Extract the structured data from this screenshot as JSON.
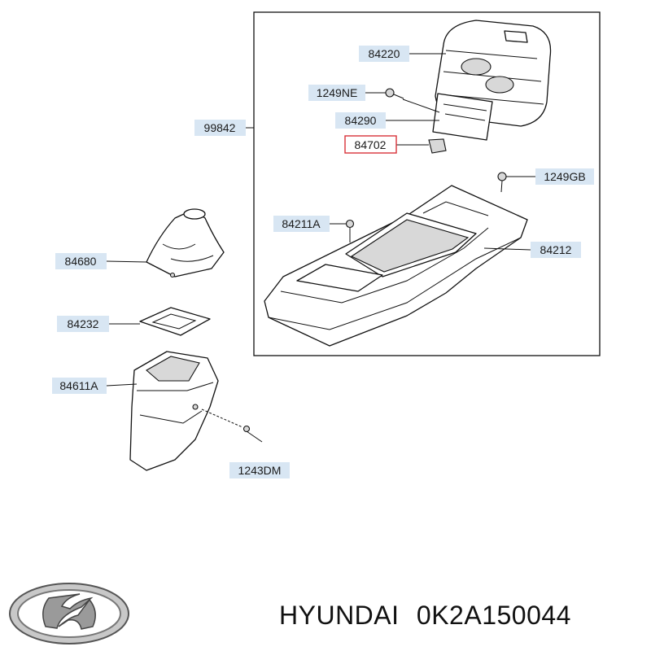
{
  "callouts": {
    "c84220": "84220",
    "c1249NE": "1249NE",
    "c99842": "99842",
    "c84290": "84290",
    "c84702": "84702",
    "c1249GB": "1249GB",
    "c84211A": "84211A",
    "c84212": "84212",
    "c84680": "84680",
    "c84232": "84232",
    "c84611A": "84611A",
    "c1243DM": "1243DM"
  },
  "highlighted_callout": "84702",
  "colors": {
    "callout_fill": "#d8e6f3",
    "highlight_border": "#d8323a"
  },
  "footer": {
    "brand": "HYUNDAI",
    "part_number": "0K2A150044",
    "logo_icon": "hyundai-logo-icon"
  }
}
